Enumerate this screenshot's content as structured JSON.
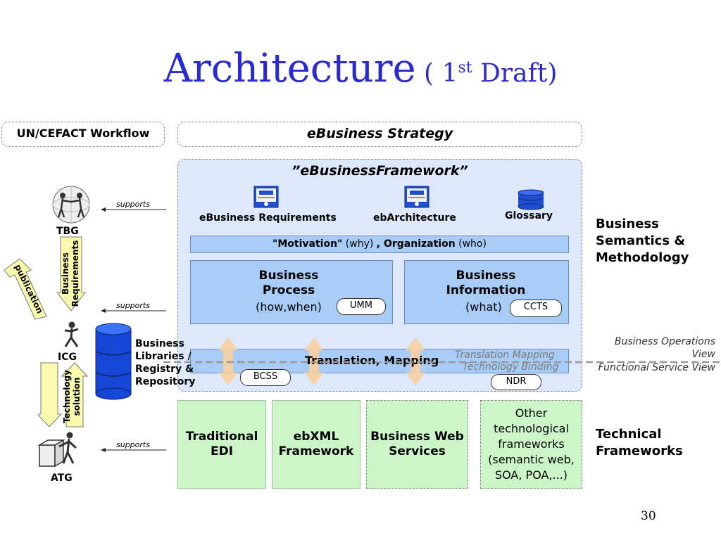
{
  "title": {
    "main": "Architecture",
    "open": " ( 1",
    "sup": "st",
    "close": " Draft)"
  },
  "left": {
    "workflow_header": "UN/CEFACT Workflow",
    "supports_label": "supports",
    "tbg": "TBG",
    "icg": "ICG",
    "atg": "ATG",
    "arrow_business_requirements": "Business Requirements",
    "arrow_publication": "publication",
    "arrow_technology_solution": "Technology solution",
    "repository_label": "Business Libraries / Registry & Repository"
  },
  "strategy": {
    "label": "eBusiness Strategy"
  },
  "framework": {
    "title": "”eBusinessFramework”",
    "ebusiness_requirements": "eBusiness Requirements",
    "ebarchitecture": "ebArchitecture",
    "glossary": "Glossary",
    "motivation_bold": "\"Motivation\"",
    "motivation_why": " (why) ",
    "motivation_org": ", Organization",
    "motivation_who": " (who)",
    "business_process_title": "Business Process",
    "business_process_sub": "(how,when)",
    "umm": "UMM",
    "business_information_title": "Business Information",
    "business_information_sub": "(what)",
    "ccts": "CCTS",
    "translation_mapping": "Translation, Mapping",
    "translation_mapping_grey": "Translation  Mapping",
    "technology_binding_grey": "Technology Binding",
    "bcss": "BCSS",
    "ndr": "NDR"
  },
  "right": {
    "business_semantics": "Business Semantics & Methodology",
    "business_operations_view": "Business Operations View",
    "functional_service_view": "Functional Service View",
    "technical_frameworks": "Technical Frameworks"
  },
  "technical": {
    "traditional_edi": "Traditional EDI",
    "ebxml_framework": "ebXML Framework",
    "business_web_services": "Business Web Services",
    "other": "Other technological frameworks (semantic web, SOA, POA,...)"
  },
  "page_number": "30",
  "colors": {
    "title_blue": "#2a2acf",
    "framework_bg": "#dde9fb",
    "bar_blue": "#a8ccf5",
    "green": "#ccf5c8",
    "arrow_orange": "#f8cf9e",
    "arrow_yellow": "#fbfbb0",
    "db_blue": "#1546d6"
  }
}
